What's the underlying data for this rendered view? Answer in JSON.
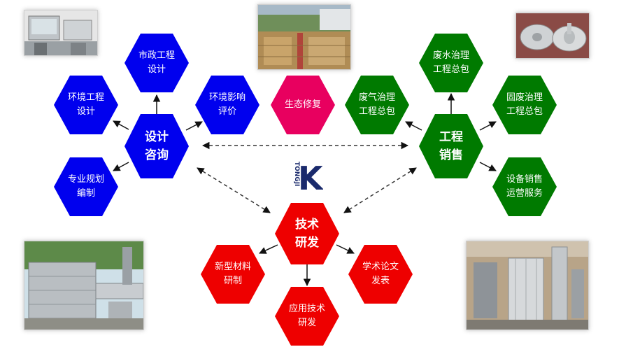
{
  "colors": {
    "design": "#0000ee",
    "engineering": "#007a00",
    "research": "#ee0000",
    "ecology": "#e8005f",
    "dashed": "#333333"
  },
  "logo": {
    "letters": "TONGJI",
    "mark": "K"
  },
  "design": {
    "center": "设计\n咨询",
    "municipal": "市政工程\n设计",
    "environmental": "环境工程\n设计",
    "eia": "环境影响\n评价",
    "planning": "专业规划\n编制"
  },
  "ecology": {
    "label": "生态修复"
  },
  "engineering": {
    "center": "工程\n销售",
    "waste_gas": "废气治理\n工程总包",
    "wastewater": "废水治理\n工程总包",
    "solid_waste": "固废治理\n工程总包",
    "equipment": "设备销售\n运营服务"
  },
  "research": {
    "center": "技术\n研发",
    "materials": "新型材料\n研制",
    "papers": "学术论文\n发表",
    "applied": "应用技术\n研发"
  },
  "photos": {
    "lab": "laboratory-equipment-photo",
    "plant": "water-treatment-plant-photo",
    "parts": "impeller-parts-photo",
    "ducts": "industrial-ducts-photo",
    "tower": "treatment-tower-photo"
  }
}
